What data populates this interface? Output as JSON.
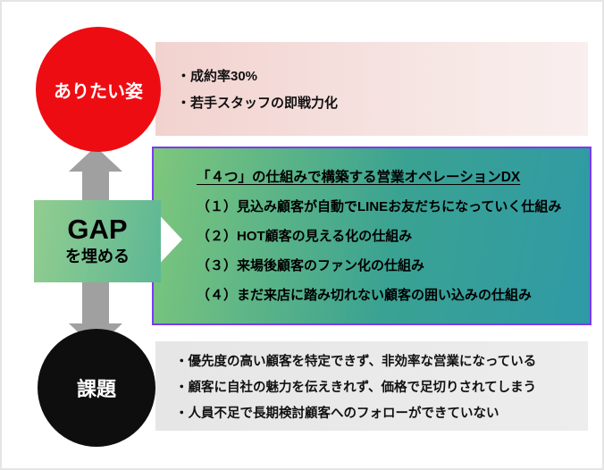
{
  "colors": {
    "desired_circle": "#ee0c13",
    "issues_circle": "#0e0e0e",
    "solution_border": "#7a3bf0",
    "gap_gradient_start": "#92cd8f",
    "gap_gradient_end": "#5cb795",
    "solution_gradient_start": "#7ec77c",
    "solution_gradient_end": "#2f9aa6",
    "arrow": "#a0a0a0",
    "top_band_start": "#f2d2cf",
    "bottom_band": "#e6e6e6"
  },
  "desired_state": {
    "label": "ありたい姿",
    "points": [
      "・成約率30%",
      "・若手スタッフの即戦力化"
    ]
  },
  "gap": {
    "title": "GAP",
    "subtitle": "を埋める"
  },
  "solution": {
    "title": "「４つ」の仕組みで構築する営業オペレーションDX",
    "items": [
      "（１）見込み顧客が自動でLINEお友だちになっていく仕組み",
      "（２）HOT顧客の見える化の仕組み",
      "（３）来場後顧客のファン化の仕組み",
      "（４）まだ来店に踏み切れない顧客の囲い込みの仕組み"
    ]
  },
  "issues": {
    "label": "課題",
    "points": [
      "・優先度の高い顧客を特定できず、非効率な営業になっている",
      "・顧客に自社の魅力を伝えきれず、価格で足切りされてしまう",
      "・人員不足で長期検討顧客へのフォローができていない"
    ]
  }
}
